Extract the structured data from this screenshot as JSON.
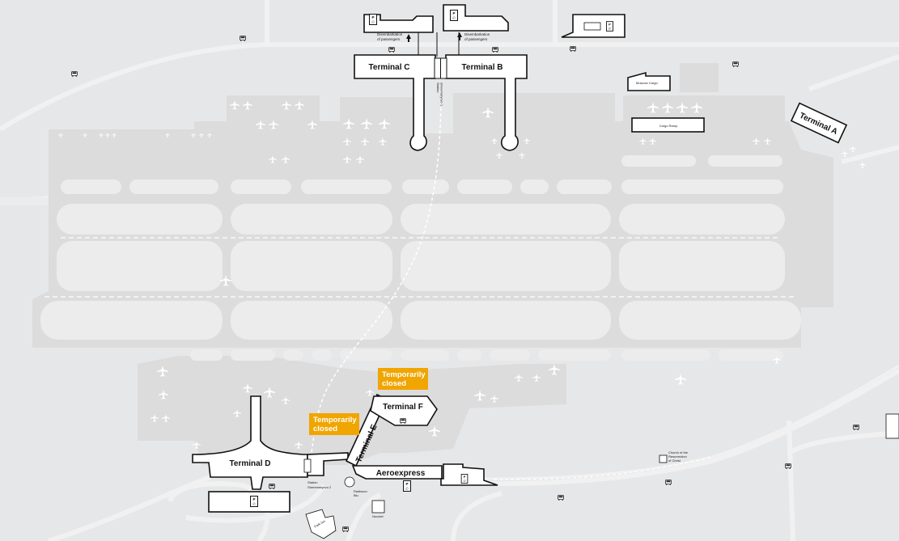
{
  "terminals": {
    "a": "Terminal A",
    "b": "Terminal B",
    "c": "Terminal C",
    "d": "Terminal D",
    "e": "Terminal E",
    "f": "Terminal F",
    "aeroexpress": "Aeroexpress"
  },
  "closed_notes": {
    "f_line1": "Temporarily",
    "f_line2": "closed",
    "e_line1": "Temporarily",
    "e_line2": "closed"
  },
  "disembark": {
    "c_line1": "Disembarkation",
    "c_line2": "of passengers",
    "b_line1": "Disembarkation",
    "b_line2": "of passengers"
  },
  "stations": {
    "north_line1": "Station",
    "north_line2": "Sheremetyevo 1",
    "south_line1": "Station",
    "south_line2": "Sheremetyevo 2"
  },
  "places": {
    "moscow_cargo": "Moscow Cargo",
    "cargo_ramp": "Cargo Ramp",
    "church_line1": "Church of the",
    "church_line2": "Resurrection",
    "church_line3": "of Christ",
    "radisson_line1": "Radisson",
    "radisson_line2": "Blu",
    "novotel": "Novotel",
    "park_inn": "Park Inn"
  },
  "colors": {
    "background": "#e6e7e8",
    "closed_badge": "#f0a500",
    "terminal_fill": "#ffffff",
    "terminal_stroke": "#111111",
    "runway": "#ececec",
    "road": "#f1f1f1"
  },
  "icons": [
    "airplane-icon",
    "bus-icon",
    "parking-icon",
    "station-icon",
    "arrow-up-icon"
  ]
}
